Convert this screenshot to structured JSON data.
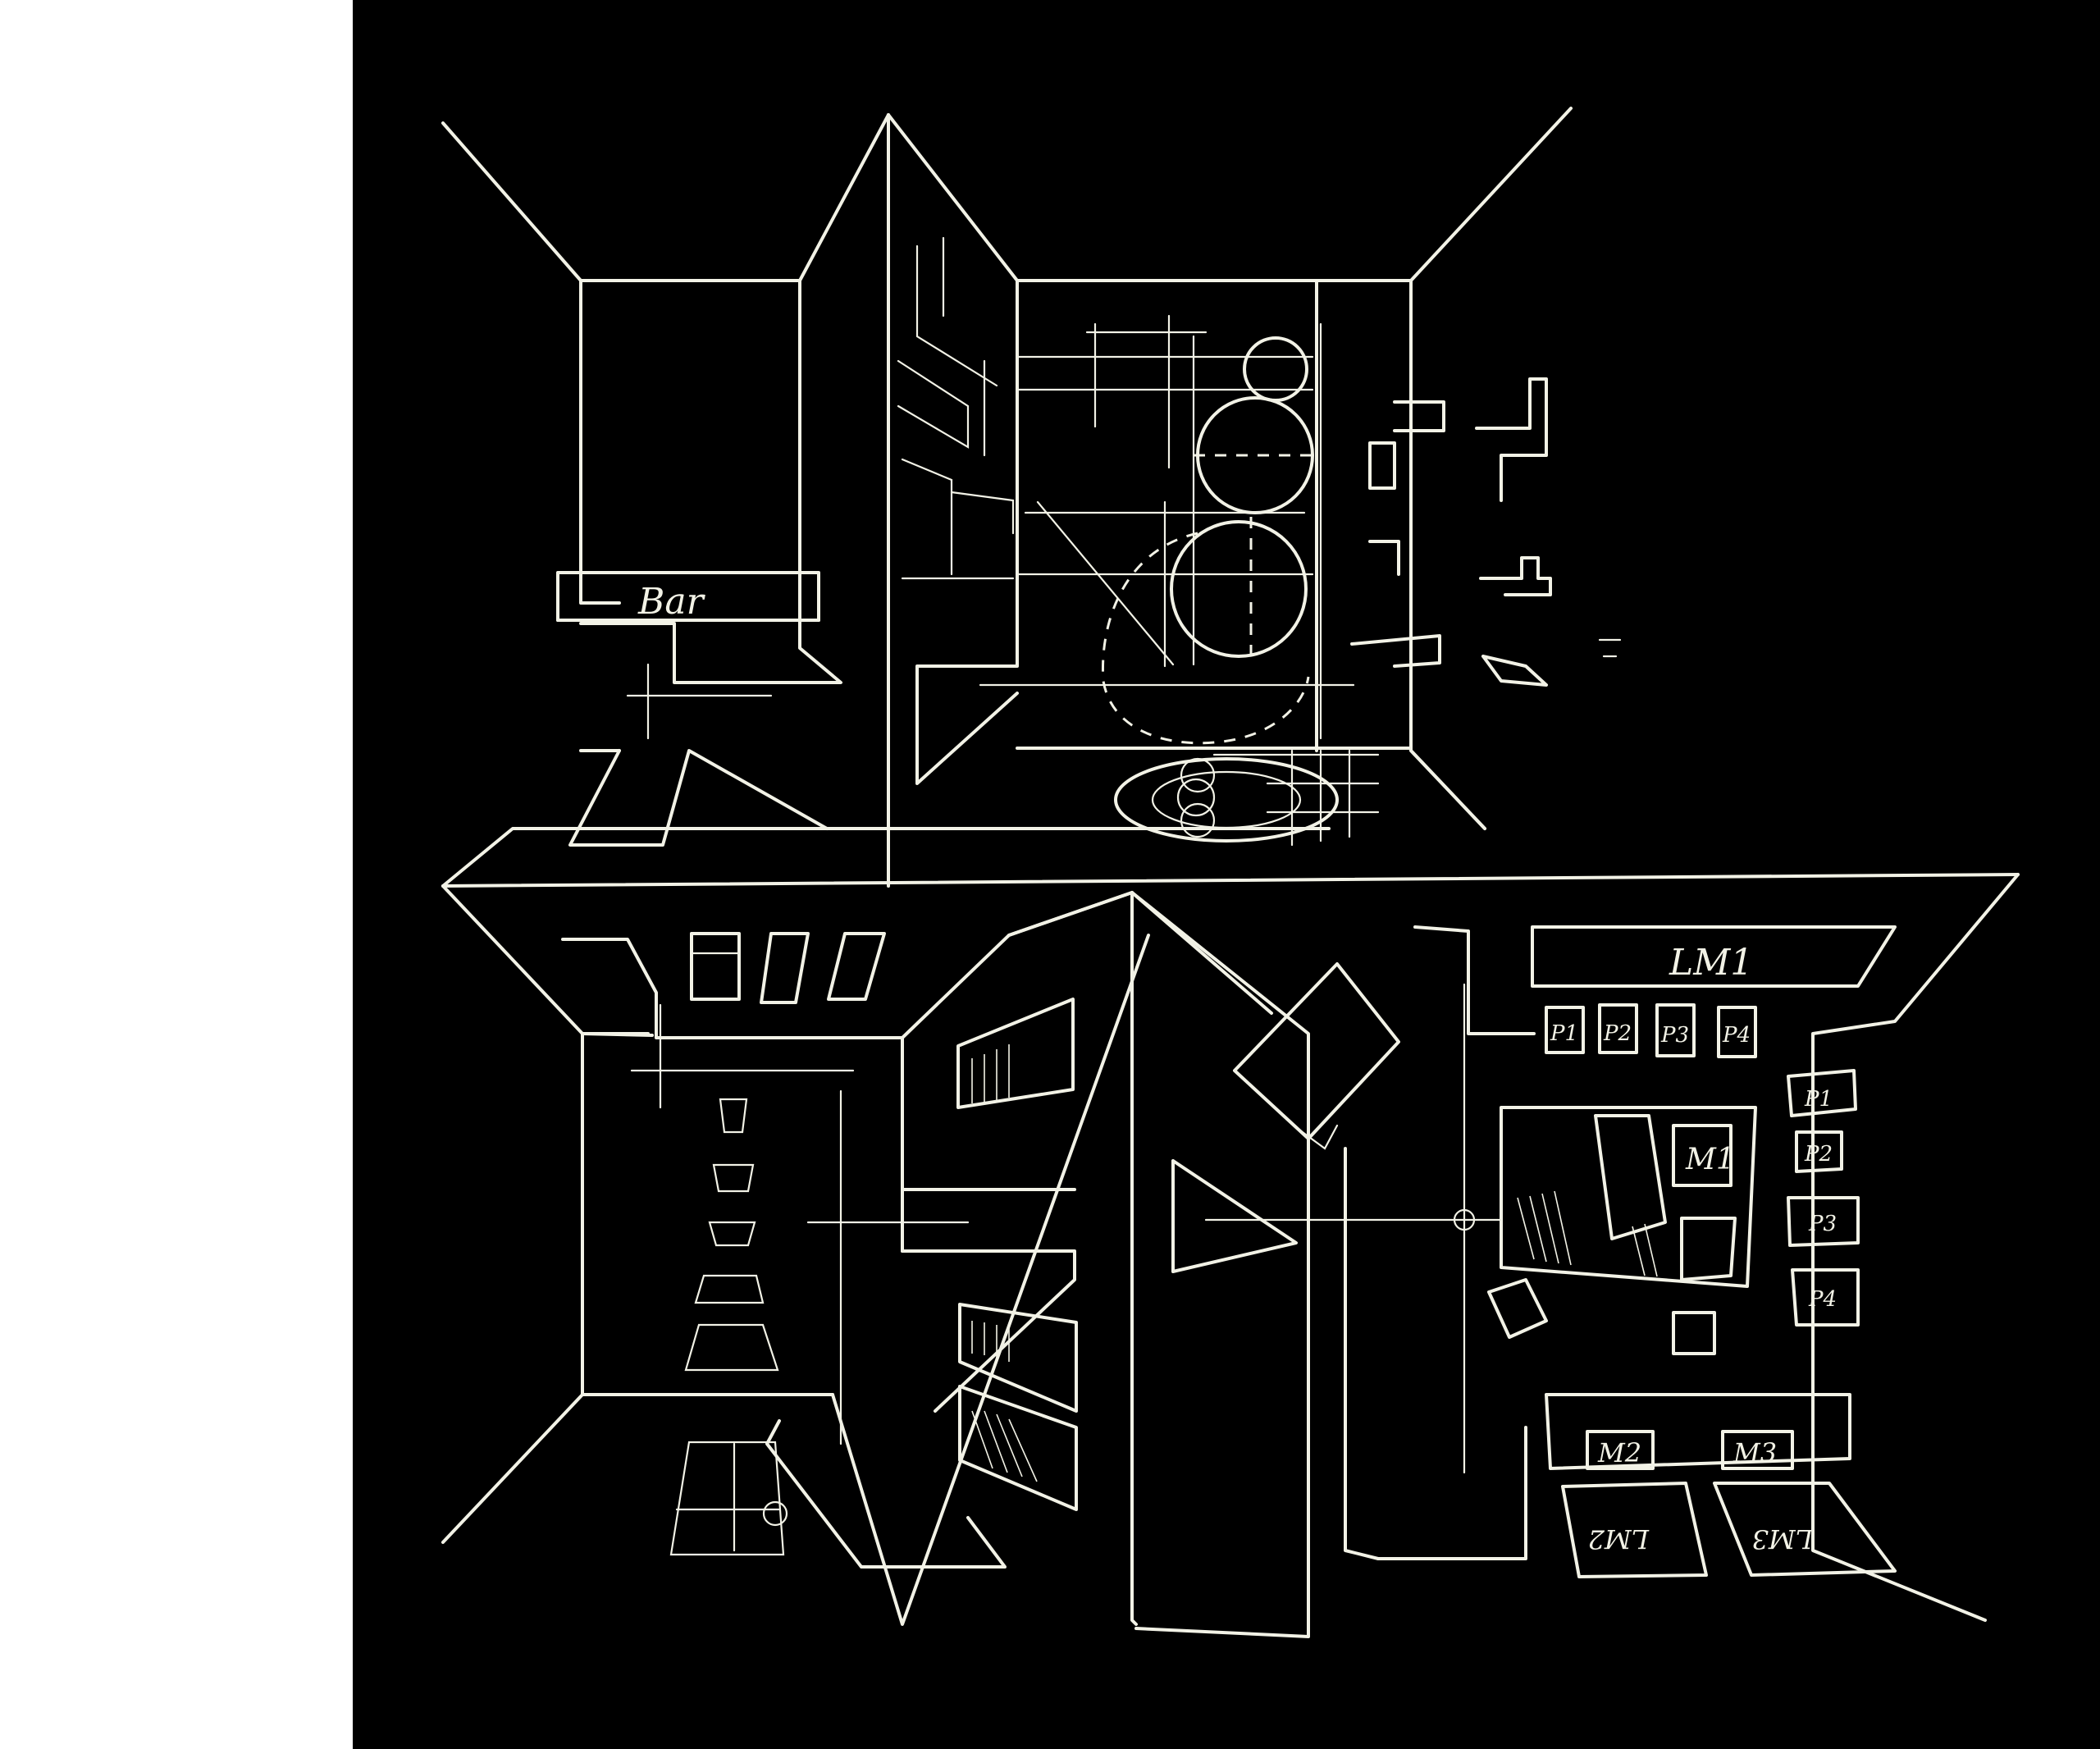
{
  "colors": {
    "paper": "#ffffff",
    "board": "#000000",
    "ink": "#f2f2e6"
  },
  "labels": {
    "bar": "Bar",
    "lm1": "LM1",
    "m1": "M1",
    "m2": "M2",
    "m3": "M3",
    "lm2": "LM2",
    "lm3": "LM3",
    "p1": "P1",
    "p2": "P2",
    "p3": "P3",
    "p4": "P4"
  }
}
